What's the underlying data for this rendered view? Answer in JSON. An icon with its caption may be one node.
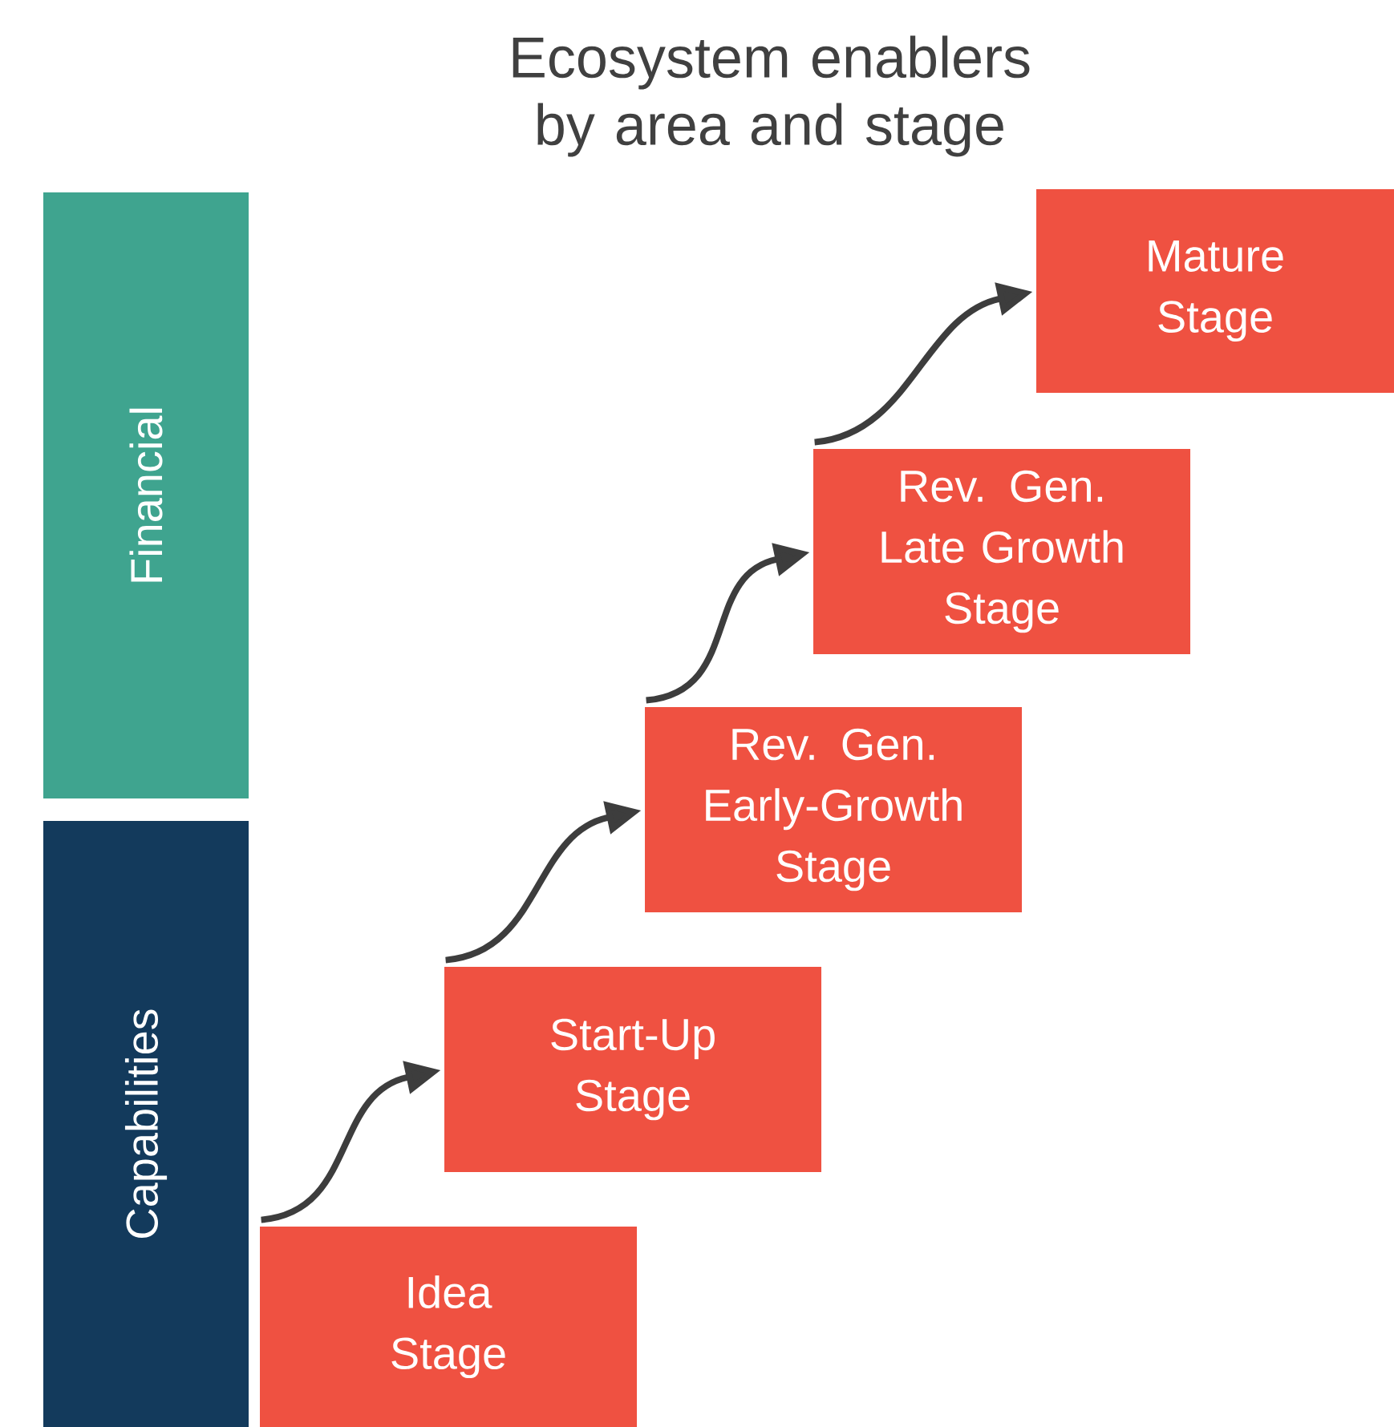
{
  "diagram": {
    "title": "Ecosystem enablers by area and stage",
    "nodes": [
      {
        "text": [
          "Financial"
        ]
      },
      {
        "text": [
          "Capabilities"
        ]
      },
      {
        "text": [
          "Idea Stage"
        ]
      },
      {
        "text": [
          "Start-Up Stage"
        ]
      },
      {
        "text": [
          "Rev. Gen. Early-Growth Stage"
        ]
      },
      {
        "text": [
          "Rev. Gen. Late Growth Stage"
        ]
      },
      {
        "text": [
          "Mature Stage"
        ]
      }
    ],
    "edges": [
      {
        "from": 2,
        "to": 3,
        "arrow": "to"
      },
      {
        "from": 3,
        "to": 4,
        "arrow": "to"
      },
      {
        "from": 4,
        "to": 5,
        "arrow": "to"
      },
      {
        "from": 5,
        "to": 6,
        "arrow": "to"
      }
    ]
  }
}
